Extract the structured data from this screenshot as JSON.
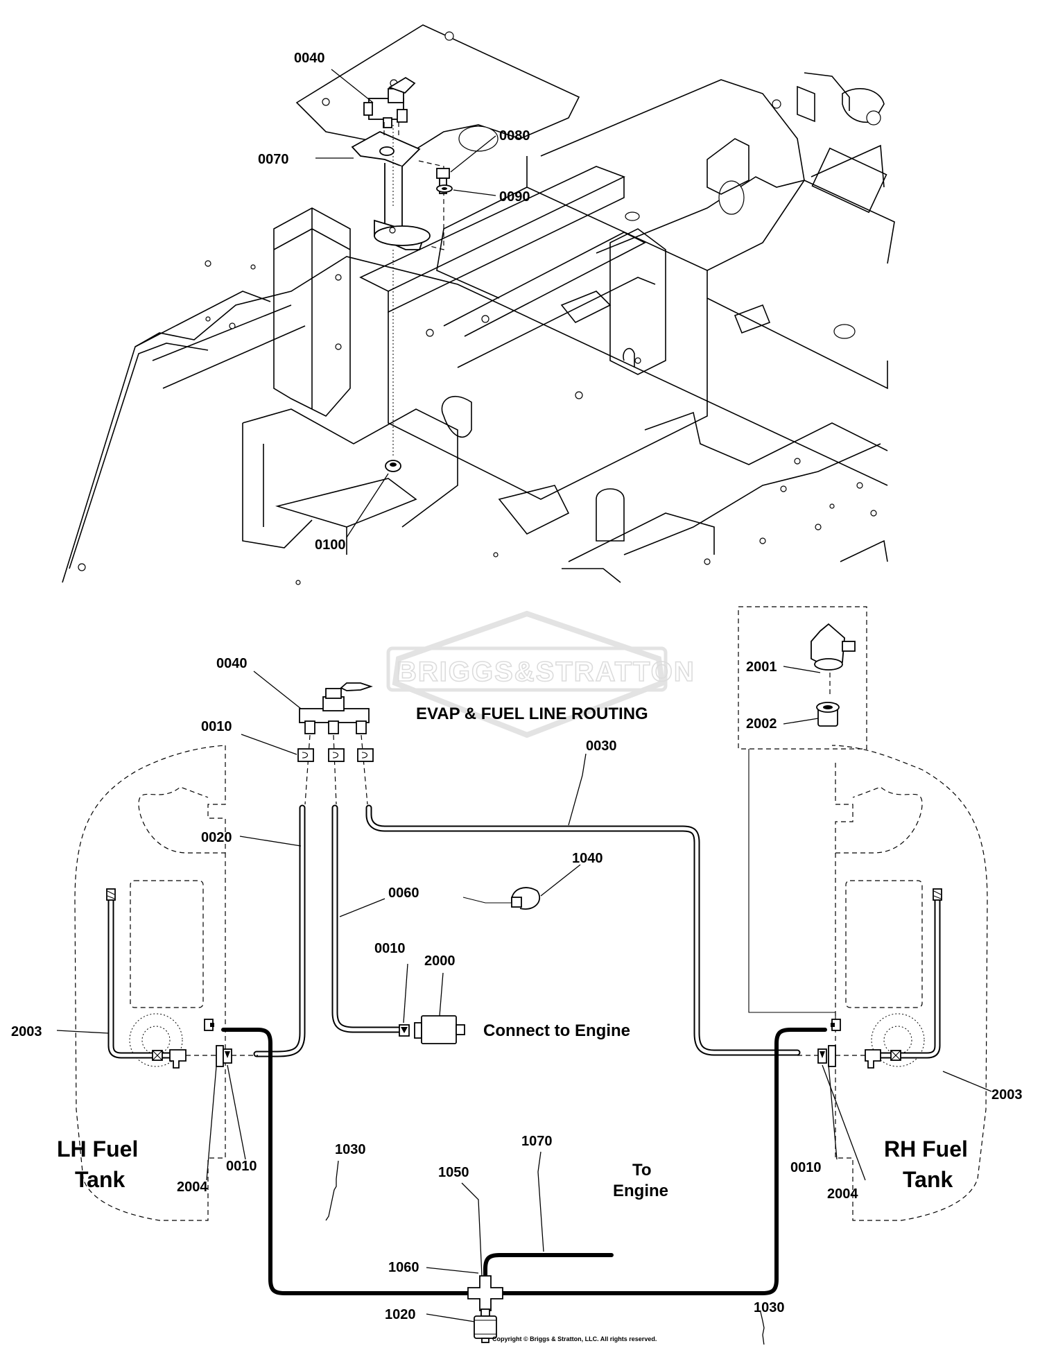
{
  "title": "EVAP & FUEL LINE ROUTING",
  "watermark": "BRIGGS&STRATTON",
  "copyright": "Copyright © Briggs & Stratton, LLC. All rights reserved.",
  "frame_callouts": {
    "c0040": "0040",
    "c0070": "0070",
    "c0080": "0080",
    "c0090": "0090",
    "c0100": "0100"
  },
  "routing_callouts": {
    "c0040": "0040",
    "c0010_top": "0010",
    "c0030": "0030",
    "c0020": "0020",
    "c0060": "0060",
    "c1040": "1040",
    "c0010_mid": "0010",
    "c2000": "2000",
    "c2001": "2001",
    "c2002": "2002",
    "c2003_left": "2003",
    "c2003_right": "2003",
    "c2004_left": "2004",
    "c2004_right": "2004",
    "c0010_left": "0010",
    "c0010_right": "0010",
    "c1030_left": "1030",
    "c1030_right": "1030",
    "c1050": "1050",
    "c1070": "1070",
    "c1060": "1060",
    "c1020": "1020"
  },
  "notes": {
    "connect_to_engine": "Connect to Engine",
    "to_engine_line1": "To",
    "to_engine_line2": "Engine",
    "lh_tank_line1": "LH Fuel",
    "lh_tank_line2": "Tank",
    "rh_tank_line1": "RH Fuel",
    "rh_tank_line2": "Tank"
  }
}
